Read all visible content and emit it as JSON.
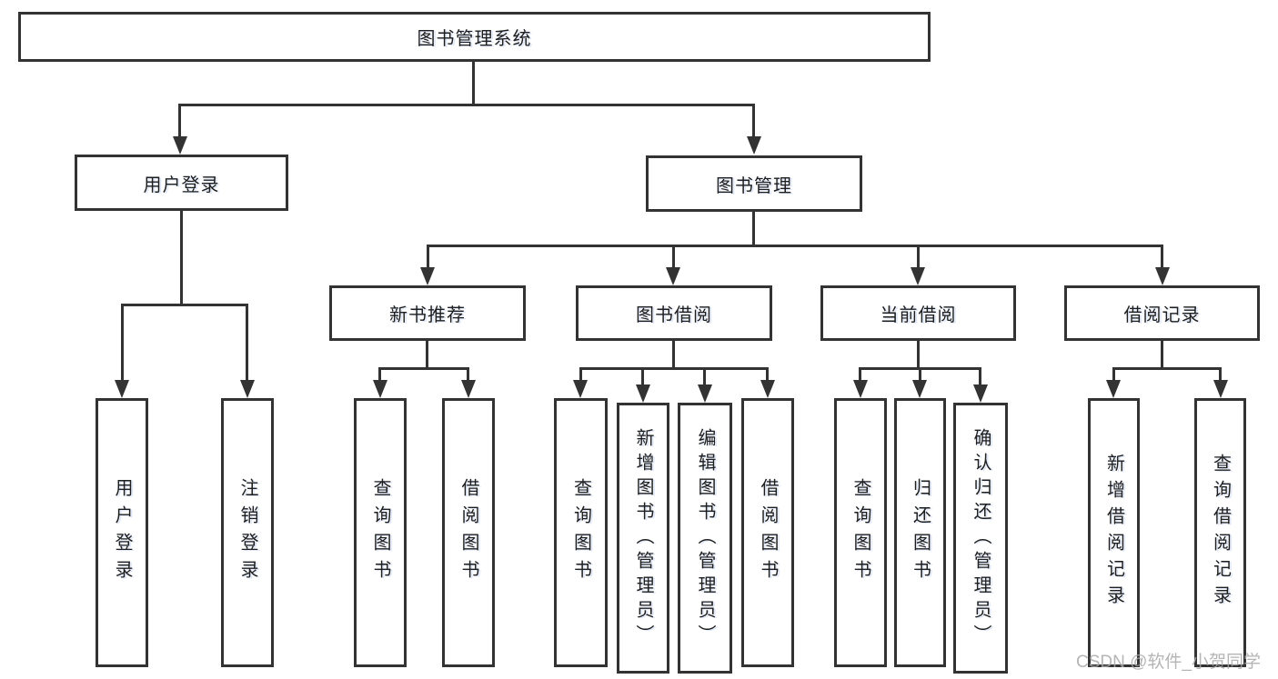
{
  "diagram": {
    "title": "图书管理系统",
    "branches": [
      {
        "label": "用户登录",
        "children": [
          {
            "label": "用户登录"
          },
          {
            "label": "注销登录"
          }
        ]
      },
      {
        "label": "图书管理",
        "sections": [
          {
            "label": "新书推荐",
            "children": [
              {
                "label": "查询图书"
              },
              {
                "label": "借阅图书"
              }
            ]
          },
          {
            "label": "图书借阅",
            "children": [
              {
                "label": "查询图书"
              },
              {
                "label": "新增图书（管理员）"
              },
              {
                "label": "编辑图书（管理员）"
              },
              {
                "label": "借阅图书"
              }
            ]
          },
          {
            "label": "当前借阅",
            "children": [
              {
                "label": "查询图书"
              },
              {
                "label": "归还图书"
              },
              {
                "label": "确认归还（管理员）"
              }
            ]
          },
          {
            "label": "借阅记录",
            "children": [
              {
                "label": "新增借阅记录"
              },
              {
                "label": "查询借阅记录"
              }
            ]
          }
        ]
      }
    ]
  },
  "watermark": "CSDN @软件_小贺同学",
  "colors": {
    "line": "#333333",
    "box_border": "#333333",
    "text": "#1e1e1e",
    "background": "#ffffff",
    "watermark": "#a8a8a8"
  }
}
